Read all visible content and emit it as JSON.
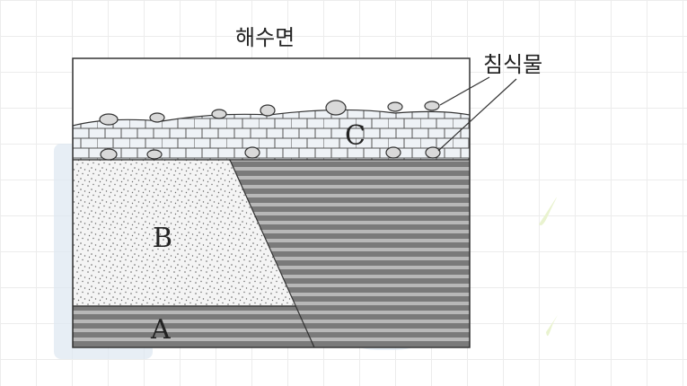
{
  "labels": {
    "sea_level": "해수면",
    "deposit": "침식물",
    "layer_a": "A",
    "layer_b": "B",
    "layer_c": "C"
  },
  "colors": {
    "outline": "#333333",
    "sediment_fill": "#f3f3f3",
    "stripe_dark": "#7a7a7a",
    "stripe_light": "#b8b8b8",
    "limestone_fill": "#eef2f6",
    "pebble_fill": "#d9d9d9",
    "watermark": "#dfe8f1"
  }
}
